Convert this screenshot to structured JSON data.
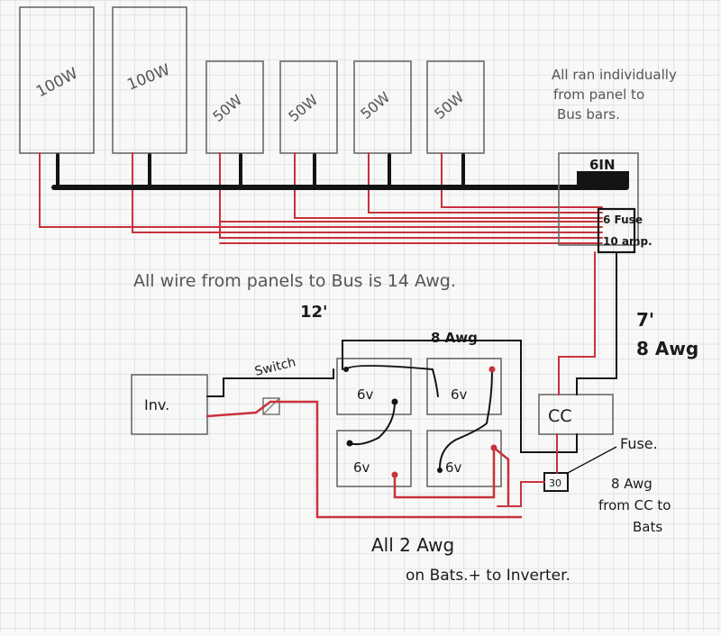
{
  "panels": [
    "100W",
    "100W",
    "50W",
    "50W",
    "50W",
    "50W"
  ],
  "combiner": {
    "label": "6IN"
  },
  "fuse_block": {
    "line1": "6 Fuse",
    "line2": "10 amp."
  },
  "notes": {
    "bus_note_line1": "All ran individually",
    "bus_note_line2": "from panel to",
    "bus_note_line3": "Bus bars.",
    "wire_note": "All wire from panels to Bus is 14 Awg.",
    "twelve_ft": "12'",
    "seven_ft": "7'",
    "eight_awg_right": "8 Awg",
    "eight_awg_top": "8 Awg",
    "fuse_label": "Fuse.",
    "cc_bat_line1": "8 Awg",
    "cc_bat_line2": "from CC to",
    "cc_bat_line3": "Bats",
    "bottom_line1": "All 2 Awg",
    "bottom_line2": "on Bats.+ to Inverter."
  },
  "inverter": {
    "label": "Inv."
  },
  "switch": {
    "label": "Switch"
  },
  "batteries": [
    "6v",
    "6v",
    "6v",
    "6v"
  ],
  "charge_controller": {
    "label": "CC"
  },
  "fuse_small": {
    "label": "30"
  },
  "colors": {
    "positive": "#c8323c",
    "negative": "#141414",
    "grid": "#b9c6d6"
  }
}
